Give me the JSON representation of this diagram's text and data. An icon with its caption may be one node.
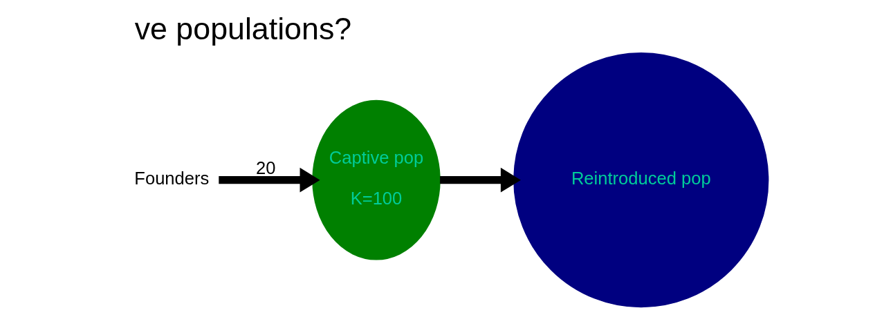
{
  "diagram": {
    "title": "ve populations?",
    "nodes": [
      {
        "text": [
          "Founders"
        ]
      },
      {
        "text": [
          "Captive pop",
          "K=100"
        ]
      },
      {
        "text": [
          "Reintroduced pop"
        ]
      }
    ],
    "edges": [
      {
        "from": 0,
        "to": 1,
        "arrow": "to",
        "label": "20"
      },
      {
        "from": 1,
        "to": 2,
        "arrow": "to"
      }
    ]
  }
}
